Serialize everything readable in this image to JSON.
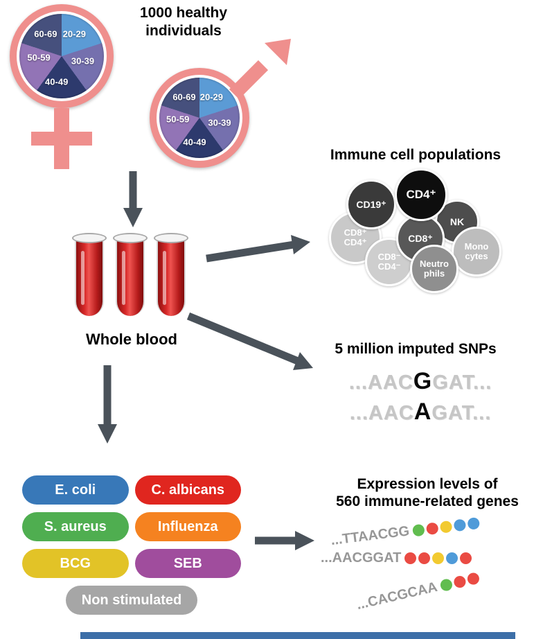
{
  "header": {
    "title": "1000 healthy\nindividuals"
  },
  "demographics": {
    "symbol_color": "#ef8f8d",
    "age_segments": [
      {
        "label": "20-29",
        "color": "#5b9bd5",
        "deg": 72
      },
      {
        "label": "30-39",
        "color": "#7570ae",
        "deg": 72
      },
      {
        "label": "40-49",
        "color": "#2d3a6d",
        "deg": 72
      },
      {
        "label": "50-59",
        "color": "#9274b6",
        "deg": 72
      },
      {
        "label": "60-69",
        "color": "#46507d",
        "deg": 72
      }
    ]
  },
  "blood": {
    "label": "Whole blood",
    "tube_count": 3
  },
  "immune": {
    "title": "Immune cell populations",
    "cells": [
      {
        "label": "CD8⁺\nCD4⁺",
        "color": "#c9c9c9"
      },
      {
        "label": "CD19⁺",
        "color": "#3a3a3a"
      },
      {
        "label": "NK",
        "color": "#4d4d4d"
      },
      {
        "label": "Mono\ncytes",
        "color": "#bdbdbd"
      },
      {
        "label": "CD8⁻\nCD4⁻",
        "color": "#cecece"
      },
      {
        "label": "CD8⁺",
        "color": "#585858"
      },
      {
        "label": "Neutro\nphils",
        "color": "#8f8f8f"
      },
      {
        "label": "CD4⁺",
        "color": "#0e0e0e"
      }
    ]
  },
  "snps": {
    "title": "5 million imputed SNPs",
    "sequences": [
      {
        "prefix": "...AAC",
        "allele": "G",
        "suffix": "GAT..."
      },
      {
        "prefix": "...AAC",
        "allele": "A",
        "suffix": "GAT..."
      }
    ]
  },
  "stimulations": {
    "items": [
      {
        "label": "E. coli",
        "color": "#3878b8"
      },
      {
        "label": "C. albicans",
        "color": "#e0261f"
      },
      {
        "label": "S. aureus",
        "color": "#4fae50"
      },
      {
        "label": "Influenza",
        "color": "#f58220"
      },
      {
        "label": "BCG",
        "color": "#e2c327"
      },
      {
        "label": "SEB",
        "color": "#a04d9d"
      },
      {
        "label": "Non stimulated",
        "color": "#a6a6a6"
      }
    ]
  },
  "expression": {
    "title": "Expression levels of\n560 immune-related genes",
    "reads": [
      {
        "sequence": "...TTAACGG",
        "dots": [
          "#61bd4f",
          "#ea4b43",
          "#f2ca30",
          "#4f9bd9",
          "#4f9bd9"
        ]
      },
      {
        "sequence": "...AACGGAT",
        "dots": [
          "#ea4b43",
          "#ea4b43",
          "#f2ca30",
          "#4f9bd9",
          "#ea4b43"
        ]
      },
      {
        "sequence": "...CACGCAA",
        "dots": [
          "#61bd4f",
          "#ea4b43",
          "#ea4b43"
        ]
      }
    ]
  }
}
